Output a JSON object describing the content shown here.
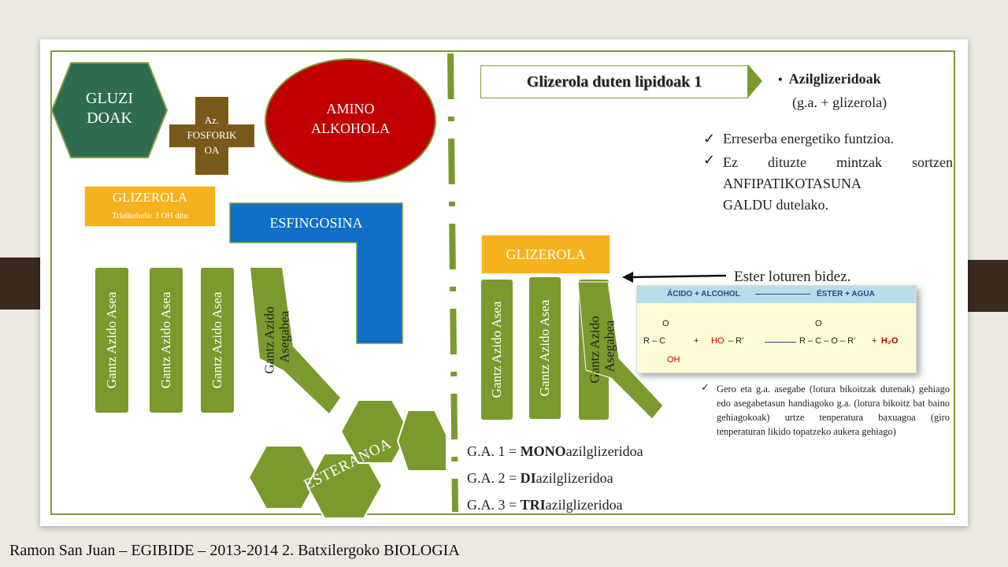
{
  "left": {
    "gluzidoak": [
      "GLUZI",
      "DOAK"
    ],
    "az_fosforikoa": [
      "Az.",
      "FOSFORIK",
      "OA"
    ],
    "amino_alkohola": [
      "AMINO",
      "ALKOHOLA"
    ],
    "glizerola_title": "GLIZEROLA",
    "glizerola_sub": "Trialkohola: 3 OH ditu",
    "esfingosina": "ESFINGOSINA",
    "fatty_acid_label": "Gantz Azido Asea",
    "unsat_line1": "Gantz Azido",
    "unsat_line2": "Asegabea",
    "esteranoa": "ESTERANOA"
  },
  "right": {
    "title": "Glizerola duten lipidoak 1",
    "bullet_title": "Azilglizeridoak",
    "bullet_sub": "(g.a. + glizerola)",
    "check1": "Erreserba energetiko funtzioa.",
    "check2_l1": "Ez dituzte mintzak sortzen",
    "check2_l2": "ANFIPATIKOTASUNA",
    "check2_l3": "GALDU dutelako.",
    "glizerola": "GLIZEROLA",
    "fatty_acid_label": "Gantz Azido Asea",
    "unsat_l1": "Gantz Azido",
    "unsat_l2": "Asegabea",
    "ester_label": "Ester loturen bidez.",
    "reaction": {
      "left_header": "ÁCIDO + ALCOHOL",
      "right_header": "ÉSTER + AGUA",
      "r_c": "R – C",
      "o": "O",
      "oh": "OH",
      "plus": "+",
      "ho": "HO",
      "dash_r": "– R’",
      "ester": "R – C – O – R’",
      "water": "H₂O"
    },
    "ga1_pre": "G.A. 1 = ",
    "ga1_bold": "MONO",
    "ga1_post": "azilglizeridoa",
    "ga2_pre": "G.A. 2 = ",
    "ga2_bold": "DI",
    "ga2_post": "azilglizeridoa",
    "ga3_pre": "G.A. 3 = ",
    "ga3_bold": "TRI",
    "ga3_post": "azilglizeridoa",
    "note": "Gero eta g.a. asegabe (lotura bikoitzak dutenak) gehiago edo asegabetasun handiagoko g.a. (lotura bikoitz bat baino gehiagokoak) urtze tenperatura baxuagoa (giro tenperaturan likido topatzeko aukera gehiago)"
  },
  "footer": "Ramon San Juan – EGIBIDE – 2013-2014 2. Batxilergoko BIOLOGIA",
  "colors": {
    "green_dark": "#2f6b4f",
    "olive": "#7a9a2e",
    "brown": "#7a5a1a",
    "red": "#c00000",
    "orange": "#f6b21c",
    "blue": "#0f6fc6",
    "frame": "#7f9b3c"
  }
}
